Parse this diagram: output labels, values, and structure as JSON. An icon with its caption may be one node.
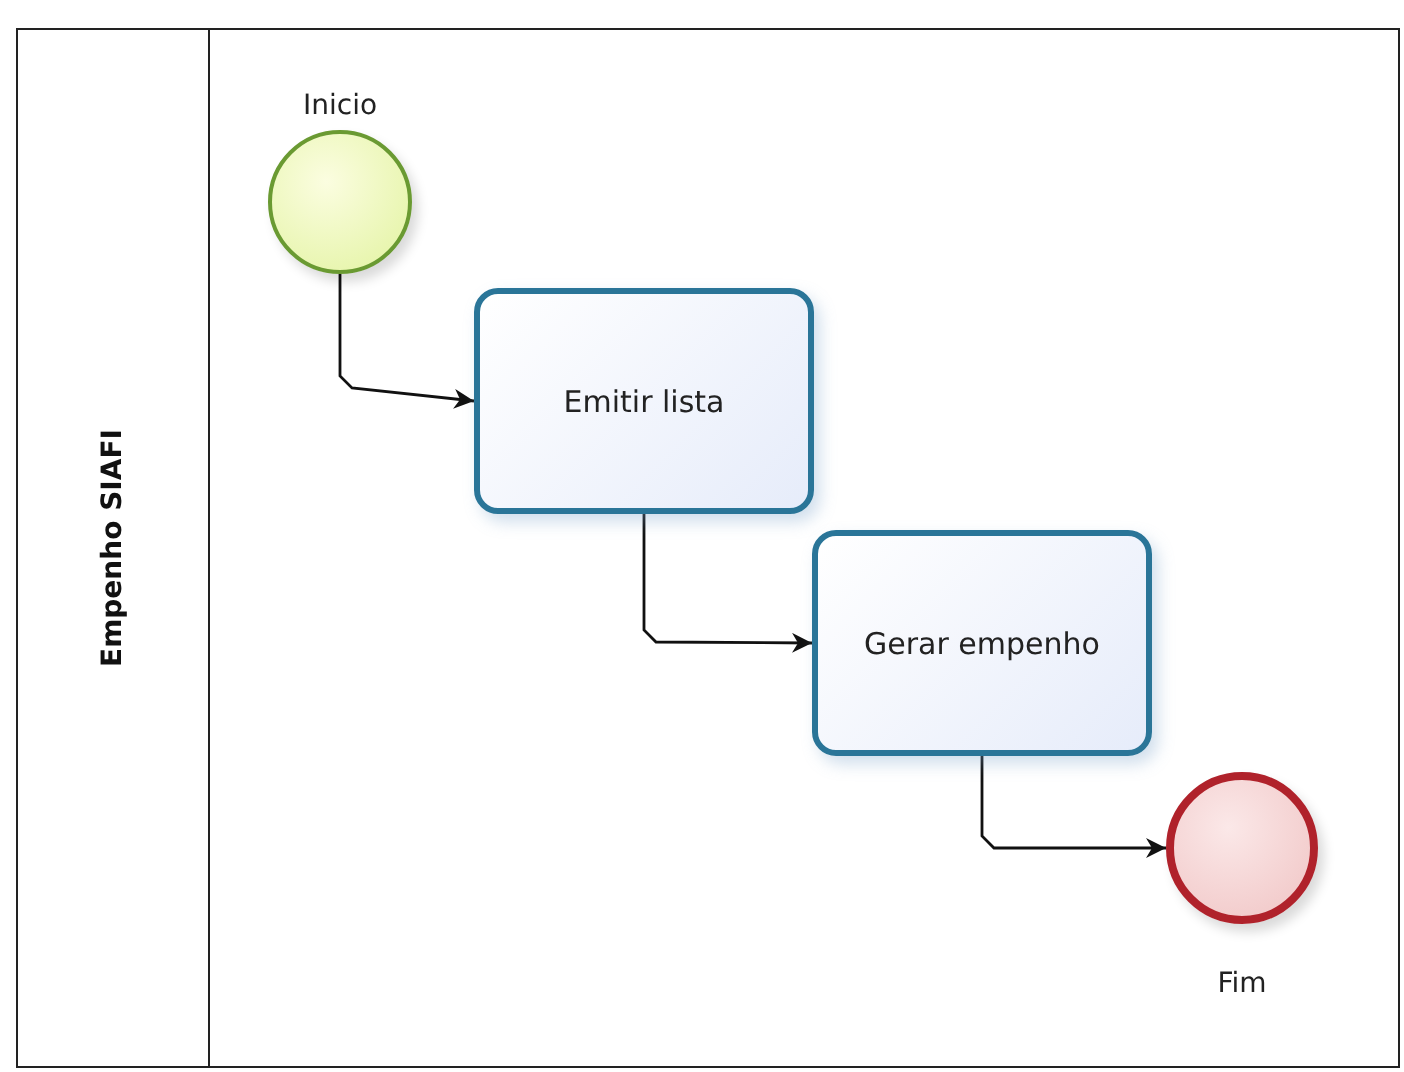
{
  "diagram": {
    "nodes": [
      {
        "text": [
          "Empenho SIAFI"
        ]
      },
      {
        "text": [
          "Inicio"
        ],
        "in": 0
      },
      {
        "text": [
          "Emitir lista"
        ],
        "in": 0
      },
      {
        "text": [
          "Gerar empenho"
        ],
        "in": 0
      },
      {
        "text": [
          "Fim"
        ],
        "in": 0
      }
    ],
    "edges": [
      {
        "from": 1,
        "to": 2,
        "arrow": "to"
      },
      {
        "from": 2,
        "to": 3,
        "arrow": "to"
      },
      {
        "from": 3,
        "to": 4,
        "arrow": "to"
      }
    ]
  }
}
